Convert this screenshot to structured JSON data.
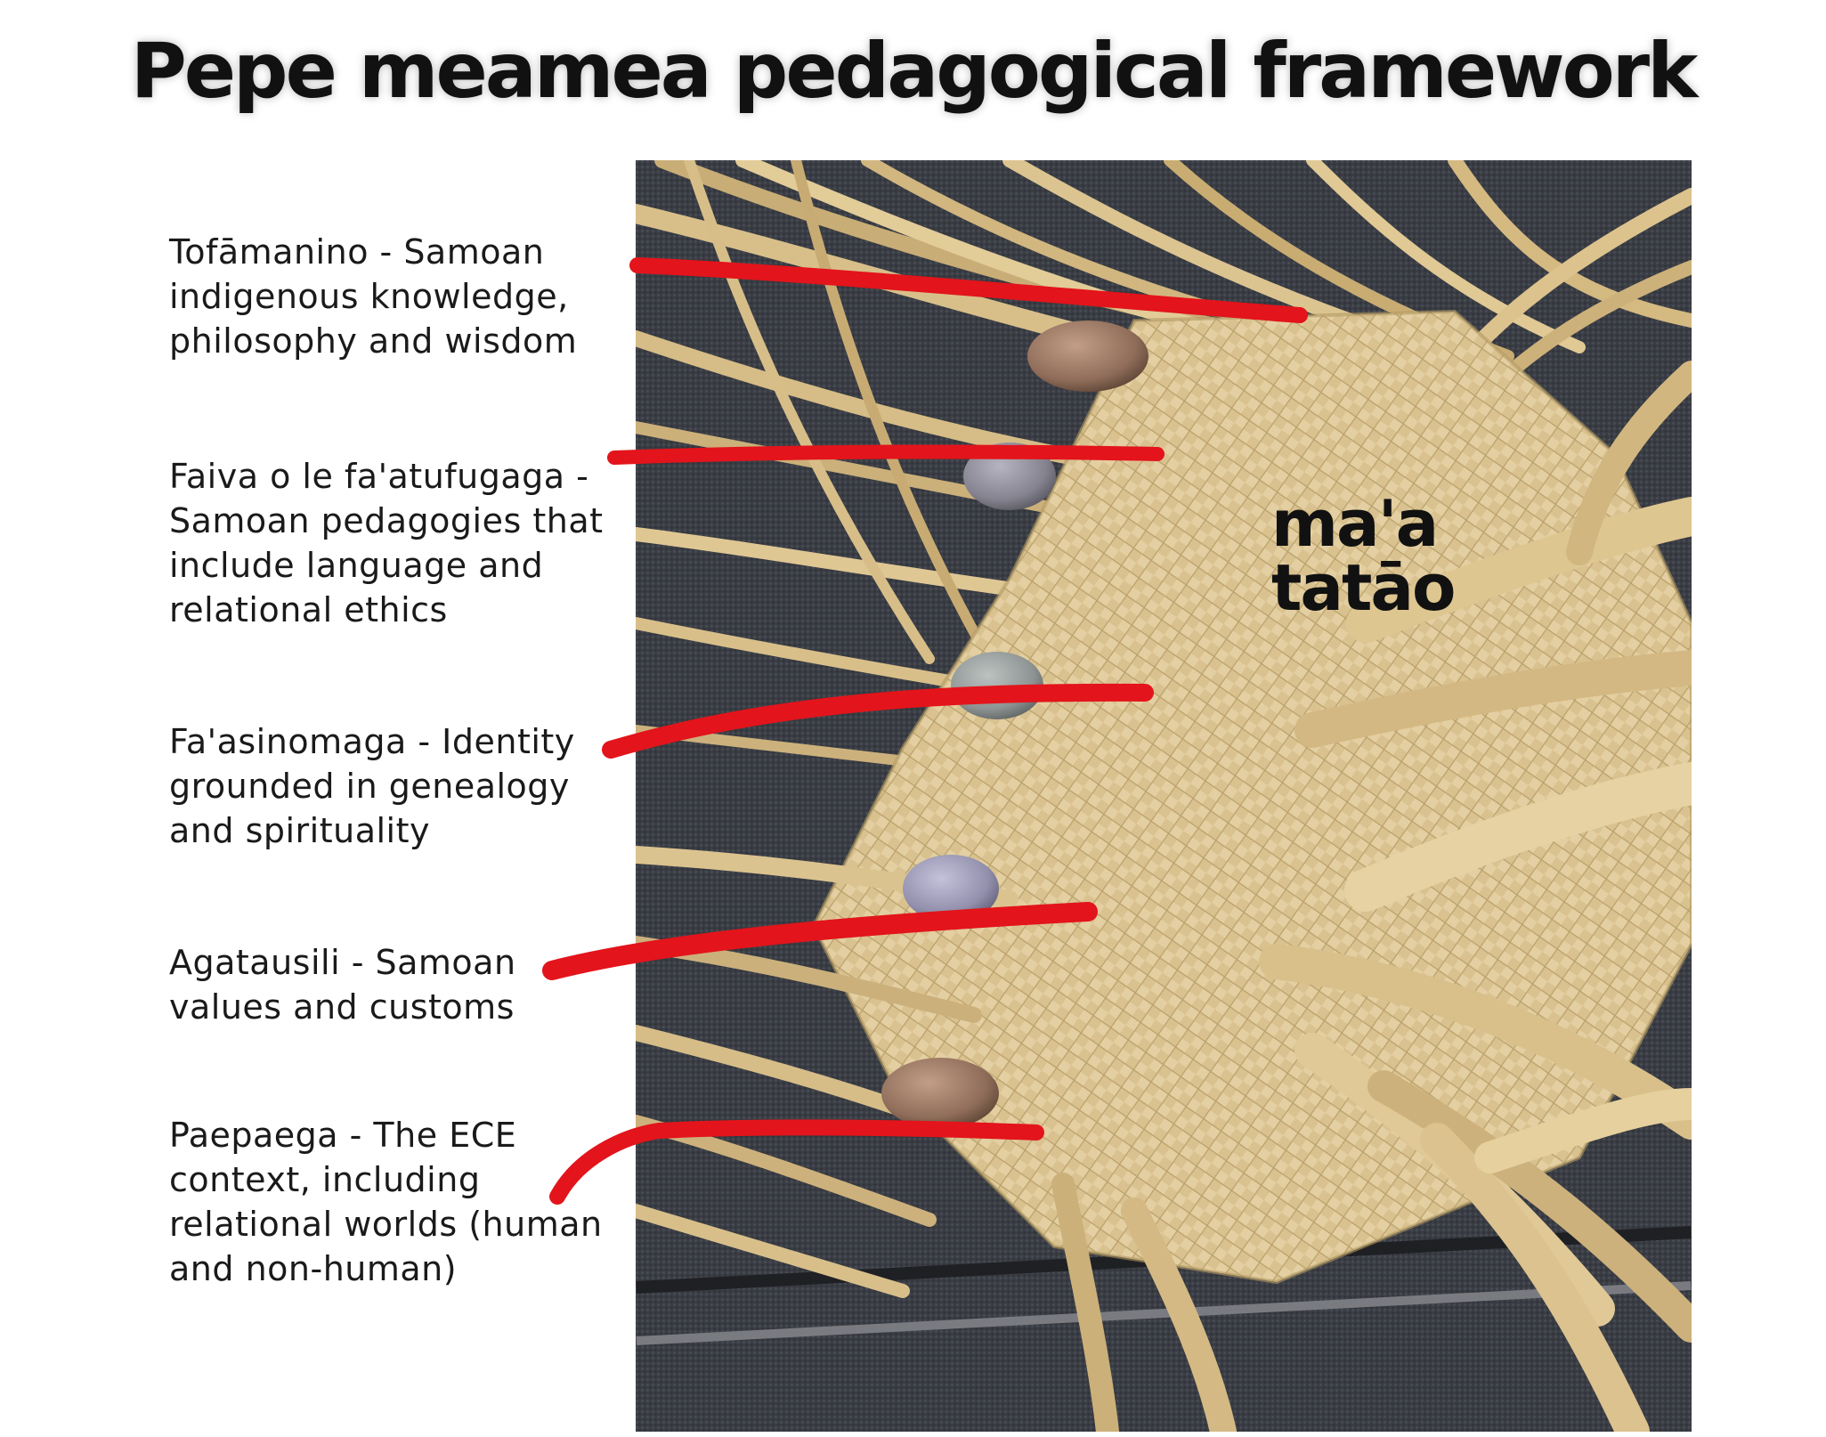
{
  "title": "Pepe meamea pedagogical framework",
  "caption": "ma'a\ntatāo",
  "labels": [
    {
      "text": "Tofāmanino - Samoan\nindigenous knowledge,\nphilosophy and wisdom"
    },
    {
      "text": "Faiva o le fa'atufugaga -\nSamoan pedagogies that\ninclude language and\nrelational ethics"
    },
    {
      "text": "Fa'asinomaga - Identity\ngrounded in genealogy\nand spirituality"
    },
    {
      "text": "Agatausili - Samoan\nvalues and customs"
    },
    {
      "text": "Paepaega - The ECE\ncontext, including\nrelational worlds (human\nand non-human)"
    }
  ],
  "colors": {
    "connector": "#e3141b",
    "weave_light": "#e6d3a6",
    "weave_dark": "#b59a64",
    "carpet": "#3a3d44",
    "stone_brown": "#9a7a66",
    "stone_grey": "#8e8e98",
    "stone_bluegrey": "#9aa0a0",
    "stone_lavender": "#9a98b0"
  }
}
